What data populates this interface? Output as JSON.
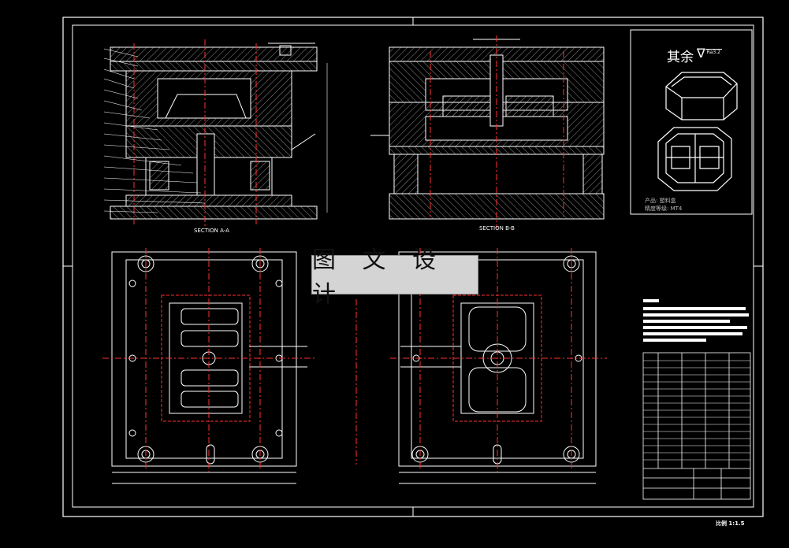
{
  "section_labels": {
    "left": "SECTION A-A",
    "right": "SECTION B-B"
  },
  "roughness_note": {
    "prefix": "其余",
    "value": "Ra3.2"
  },
  "product_note": {
    "line1": "产品: 塑料盒",
    "line2": "精度等级: MT4"
  },
  "watermark": "图 文 设 计",
  "scale_note": "比例 1:1.5",
  "colors": {
    "background": "#000000",
    "lines": "#ffffff",
    "centerlines": "#ff3030",
    "hatch": "#9a9a9a"
  }
}
